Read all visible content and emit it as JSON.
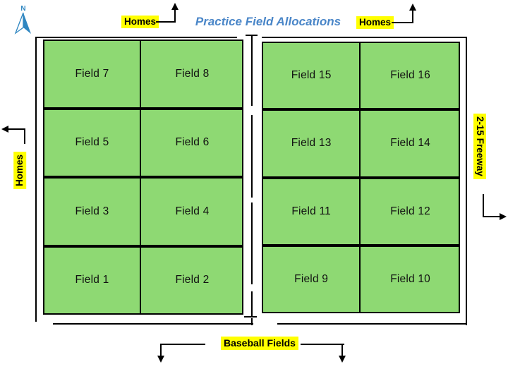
{
  "title": "Practice Field Allocations",
  "compass": {
    "label": "N"
  },
  "labels": {
    "homes_top_left": "Homes",
    "homes_top_right": "Homes",
    "homes_left": "Homes",
    "freeway_right": "2-15 Freeway",
    "baseball_bottom": "Baseball Fields"
  },
  "fields": {
    "left": [
      [
        "Field 7",
        "Field 8"
      ],
      [
        "Field 5",
        "Field 6"
      ],
      [
        "Field 3",
        "Field 4"
      ],
      [
        "Field 1",
        "Field 2"
      ]
    ],
    "right": [
      [
        "Field 15",
        "Field 16"
      ],
      [
        "Field 13",
        "Field 14"
      ],
      [
        "Field 11",
        "Field 12"
      ],
      [
        "Field 9",
        "Field 10"
      ]
    ]
  },
  "colors": {
    "field_green": "#8ED973",
    "highlight_yellow": "#FFFF00",
    "title_blue": "#4A86C8",
    "compass_blue": "#2E86C1",
    "line_black": "#000000"
  }
}
